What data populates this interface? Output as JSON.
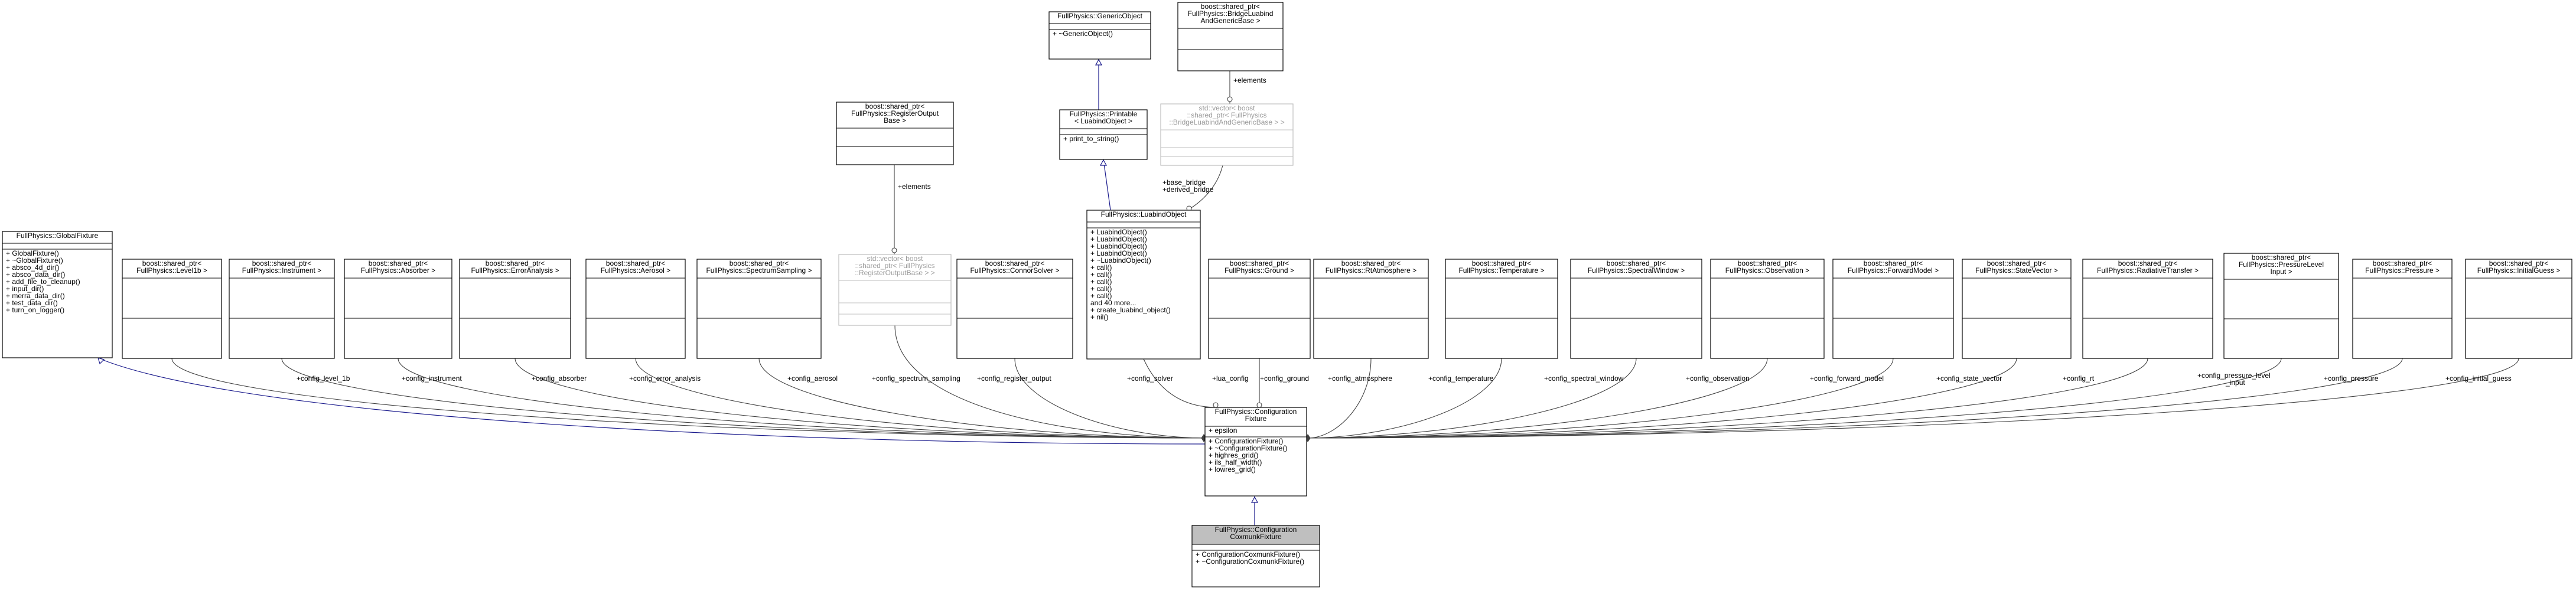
{
  "nodes": [
    {
      "id": "generic",
      "title": [
        "FullPhysics::GenericObject"
      ],
      "attrs": [],
      "methods": [
        "+ ~GenericObject()"
      ]
    },
    {
      "id": "bridge",
      "title": [
        "boost::shared_ptr<",
        "FullPhysics::BridgeLuabind",
        "AndGenericBase >"
      ],
      "attrs": [],
      "methods": []
    },
    {
      "id": "printable",
      "title": [
        "FullPhysics::Printable",
        "< LuabindObject >"
      ],
      "attrs": [],
      "methods": [
        "+ print_to_string()"
      ]
    },
    {
      "id": "vec_bridge",
      "title": [
        "std::vector< boost",
        "::shared_ptr< FullPhysics",
        "::BridgeLuabindAndGenericBase > >"
      ],
      "attrs": [],
      "methods": [],
      "gray": true
    },
    {
      "id": "registeroutput",
      "title": [
        "boost::shared_ptr<",
        "FullPhysics::RegisterOutput",
        "Base >"
      ],
      "attrs": [],
      "methods": []
    },
    {
      "id": "luabindobject",
      "title": [
        "FullPhysics::LuabindObject"
      ],
      "attrs": [],
      "methods": [
        "+ LuabindObject()",
        "+ LuabindObject()",
        "+ LuabindObject()",
        "+ LuabindObject()",
        "+ ~LuabindObject()",
        "+ call()",
        "+ call()",
        "+ call()",
        "+ call()",
        "+ call()",
        "and 40 more...",
        "+ create_luabind_object()",
        "+ nil()"
      ]
    },
    {
      "id": "globalfixture",
      "title": [
        "FullPhysics::GlobalFixture"
      ],
      "attrs": [],
      "methods": [
        "+ GlobalFixture()",
        "+ ~GlobalFixture()",
        "+ absco_4d_dir()",
        "+ absco_data_dir()",
        "+ add_file_to_cleanup()",
        "+ input_dir()",
        "+ merra_data_dir()",
        "+ test_data_dir()",
        "+ turn_on_logger()"
      ]
    },
    {
      "id": "level1b",
      "title": [
        "boost::shared_ptr<",
        "FullPhysics::Level1b >"
      ],
      "attrs": [],
      "methods": []
    },
    {
      "id": "instrument",
      "title": [
        "boost::shared_ptr<",
        "FullPhysics::Instrument >"
      ],
      "attrs": [],
      "methods": []
    },
    {
      "id": "absorber",
      "title": [
        "boost::shared_ptr<",
        "FullPhysics::Absorber >"
      ],
      "attrs": [],
      "methods": []
    },
    {
      "id": "erroranalysis",
      "title": [
        "boost::shared_ptr<",
        "FullPhysics::ErrorAnalysis >"
      ],
      "attrs": [],
      "methods": []
    },
    {
      "id": "aerosol",
      "title": [
        "boost::shared_ptr<",
        "FullPhysics::Aerosol >"
      ],
      "attrs": [],
      "methods": []
    },
    {
      "id": "spectrumsampling",
      "title": [
        "boost::shared_ptr<",
        "FullPhysics::SpectrumSampling >"
      ],
      "attrs": [],
      "methods": []
    },
    {
      "id": "vec_registeroutput",
      "title": [
        "std::vector< boost",
        "::shared_ptr< FullPhysics",
        "::RegisterOutputBase > >"
      ],
      "attrs": [],
      "methods": [],
      "gray": true
    },
    {
      "id": "connorsolver",
      "title": [
        "boost::shared_ptr<",
        "FullPhysics::ConnorSolver >"
      ],
      "attrs": [],
      "methods": []
    },
    {
      "id": "ground",
      "title": [
        "boost::shared_ptr<",
        "FullPhysics::Ground >"
      ],
      "attrs": [],
      "methods": []
    },
    {
      "id": "rtatmosphere",
      "title": [
        "boost::shared_ptr<",
        "FullPhysics::RtAtmosphere >"
      ],
      "attrs": [],
      "methods": []
    },
    {
      "id": "temperature",
      "title": [
        "boost::shared_ptr<",
        "FullPhysics::Temperature >"
      ],
      "attrs": [],
      "methods": []
    },
    {
      "id": "spectralwindow",
      "title": [
        "boost::shared_ptr<",
        "FullPhysics::SpectralWindow >"
      ],
      "attrs": [],
      "methods": []
    },
    {
      "id": "observation",
      "title": [
        "boost::shared_ptr<",
        "FullPhysics::Observation >"
      ],
      "attrs": [],
      "methods": []
    },
    {
      "id": "forwardmodel",
      "title": [
        "boost::shared_ptr<",
        "FullPhysics::ForwardModel >"
      ],
      "attrs": [],
      "methods": []
    },
    {
      "id": "statevector",
      "title": [
        "boost::shared_ptr<",
        "FullPhysics::StateVector >"
      ],
      "attrs": [],
      "methods": []
    },
    {
      "id": "radiativetransfer",
      "title": [
        "boost::shared_ptr<",
        "FullPhysics::RadiativeTransfer >"
      ],
      "attrs": [],
      "methods": []
    },
    {
      "id": "pressurelevelinput",
      "title": [
        "boost::shared_ptr<",
        "FullPhysics::PressureLevel",
        "Input >"
      ],
      "attrs": [],
      "methods": []
    },
    {
      "id": "pressure",
      "title": [
        "boost::shared_ptr<",
        "FullPhysics::Pressure >"
      ],
      "attrs": [],
      "methods": []
    },
    {
      "id": "initialguess",
      "title": [
        "boost::shared_ptr<",
        "FullPhysics::InitialGuess >"
      ],
      "attrs": [],
      "methods": []
    },
    {
      "id": "configfixture",
      "title": [
        "FullPhysics::Configuration",
        "Fixture"
      ],
      "attrs": [
        "+ epsilon"
      ],
      "methods": [
        "+ ConfigurationFixture()",
        "+ ~ConfigurationFixture()",
        "+ highres_grid()",
        "+ ils_half_width()",
        "+ lowres_grid()"
      ]
    },
    {
      "id": "coxmunk",
      "title": [
        "FullPhysics::Configuration",
        "CoxmunkFixture"
      ],
      "attrs": [],
      "methods": [
        "+ ConfigurationCoxmunkFixture()",
        "+ ~ConfigurationCoxmunkFixture()"
      ],
      "highlight": true
    }
  ],
  "edge_labels": [
    {
      "id": "e_bridge_elements",
      "lines": [
        "+elements"
      ]
    },
    {
      "id": "e_reg_elements",
      "lines": [
        "+elements"
      ]
    },
    {
      "id": "e_base_bridge",
      "lines": [
        "+base_bridge",
        "+derived_bridge"
      ]
    },
    {
      "id": "e_level1b",
      "lines": [
        "+config_level_1b"
      ]
    },
    {
      "id": "e_instrument",
      "lines": [
        "+config_instrument"
      ]
    },
    {
      "id": "e_absorber",
      "lines": [
        "+config_absorber"
      ]
    },
    {
      "id": "e_erroranalysis",
      "lines": [
        "+config_error_analysis"
      ]
    },
    {
      "id": "e_aerosol",
      "lines": [
        "+config_aerosol"
      ]
    },
    {
      "id": "e_spectrumsampling",
      "lines": [
        "+config_spectrum_sampling"
      ]
    },
    {
      "id": "e_registeroutput",
      "lines": [
        "+config_register_output"
      ]
    },
    {
      "id": "e_solver",
      "lines": [
        "+config_solver"
      ]
    },
    {
      "id": "e_lua",
      "lines": [
        "+lua_config"
      ]
    },
    {
      "id": "e_ground",
      "lines": [
        "+config_ground"
      ]
    },
    {
      "id": "e_rtatmosphere",
      "lines": [
        "+config_atmosphere"
      ]
    },
    {
      "id": "e_temperature",
      "lines": [
        "+config_temperature"
      ]
    },
    {
      "id": "e_spectralwindow",
      "lines": [
        "+config_spectral_window"
      ]
    },
    {
      "id": "e_observation",
      "lines": [
        "+config_observation"
      ]
    },
    {
      "id": "e_forwardmodel",
      "lines": [
        "+config_forward_model"
      ]
    },
    {
      "id": "e_statevector",
      "lines": [
        "+config_state_vector"
      ]
    },
    {
      "id": "e_rt",
      "lines": [
        "+config_rt"
      ]
    },
    {
      "id": "e_pressurelevel",
      "lines": [
        "+config_pressure_level",
        "_input"
      ]
    },
    {
      "id": "e_pressure",
      "lines": [
        "+config_pressure"
      ]
    },
    {
      "id": "e_initialguess",
      "lines": [
        "+config_initial_guess"
      ]
    }
  ]
}
